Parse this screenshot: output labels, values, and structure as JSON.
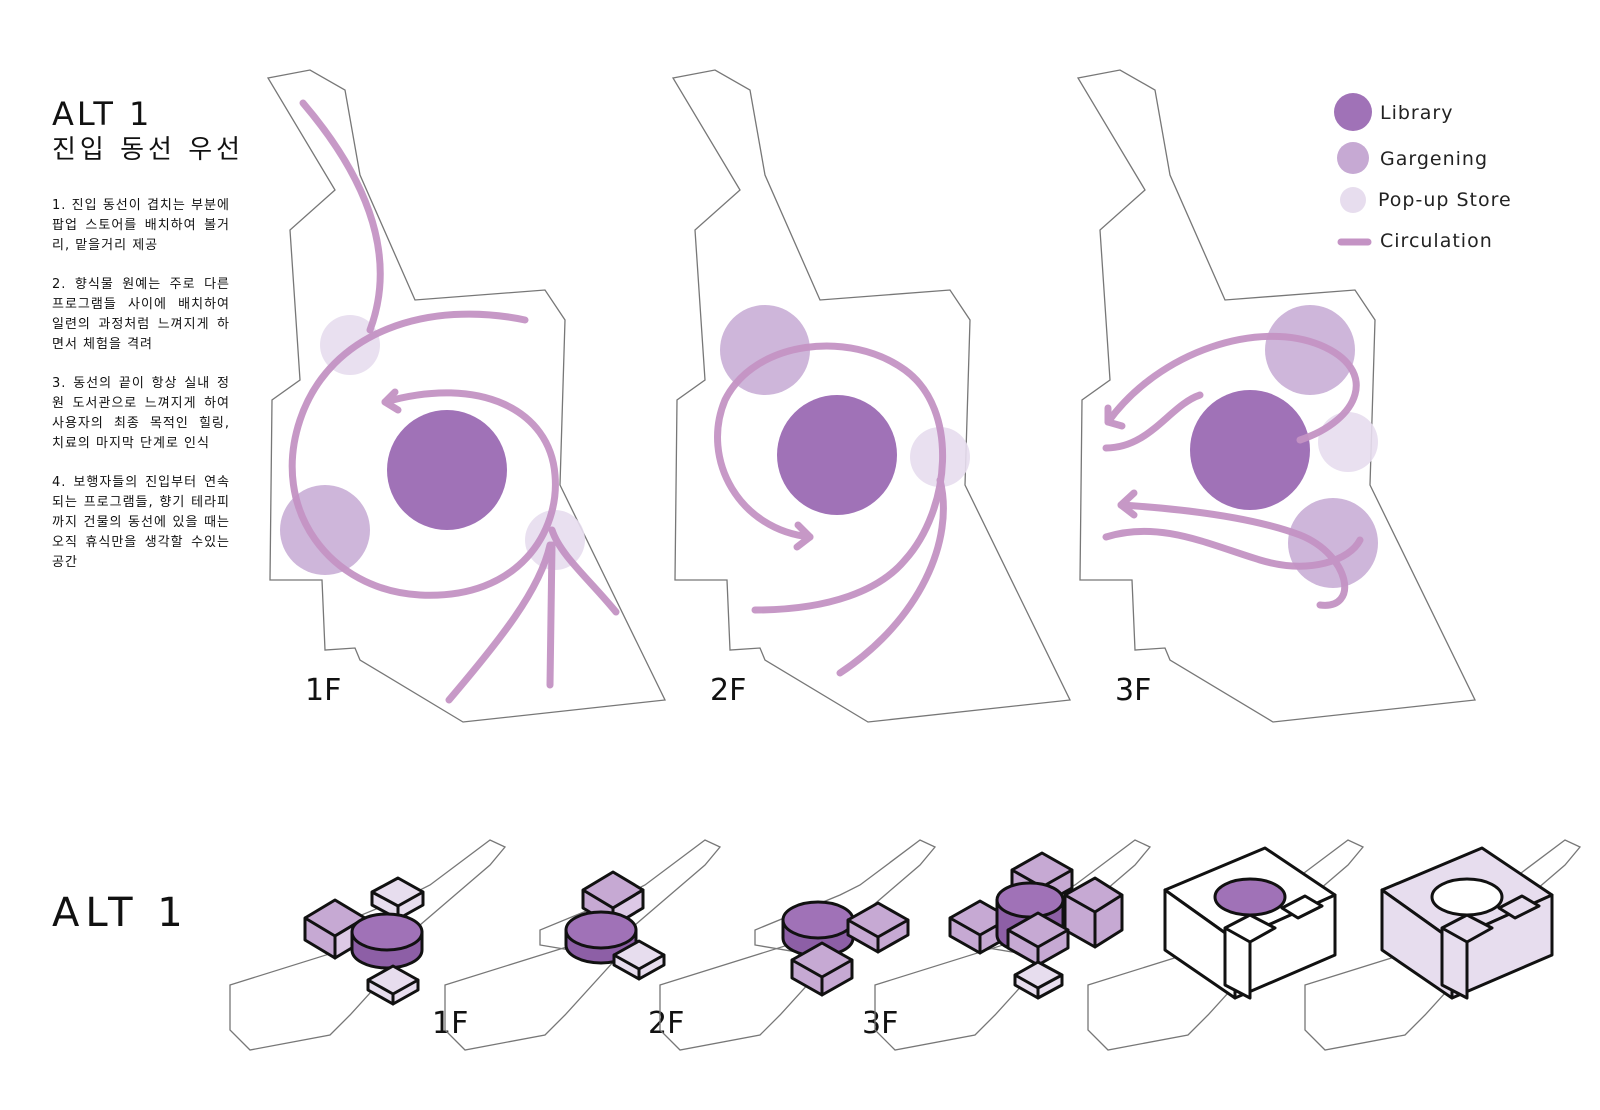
{
  "heading": {
    "title": "ALT 1",
    "subtitle": "진입 동선 우선"
  },
  "notes": [
    "1. 진입 동선이 겹치는 부분에 팝업 스토어를 배치하여 볼거리, 맡을거리 제공",
    "2. 향식물 원예는 주로 다른 프로그램들 사이에 배치하여 일련의 과정처럼 느껴지게 하면서 체험을 격려",
    "3. 동선의 끝이 항상 실내 정원 도서관으로 느껴지게 하여 사용자의 최종 목적인 힐링, 치료의 마지막 단계로 인식",
    "4. 보행자들의 진입부터 연속되는 프로그램들, 향기 테라피까지 건물의 동선에 있을 때는 오직 휴식만을 생각할 수있는 공간"
  ],
  "plans": [
    {
      "floor": "1F"
    },
    {
      "floor": "2F"
    },
    {
      "floor": "3F"
    }
  ],
  "legend": {
    "items": [
      {
        "label": "Library",
        "color": "#a072b7"
      },
      {
        "label": "Gargening",
        "color": "#c6a9d3"
      },
      {
        "label": "Pop-up Store",
        "color": "#e7ddee"
      },
      {
        "label": "Circulation",
        "color": "#c493c4"
      }
    ]
  },
  "massing": {
    "label": "ALT 1",
    "floors": [
      "1F",
      "2F",
      "3F"
    ]
  },
  "colors": {
    "library": "#a072b7",
    "gardening": "#c6a9d3",
    "popup": "#e7ddee",
    "circulation": "#c493c4"
  }
}
